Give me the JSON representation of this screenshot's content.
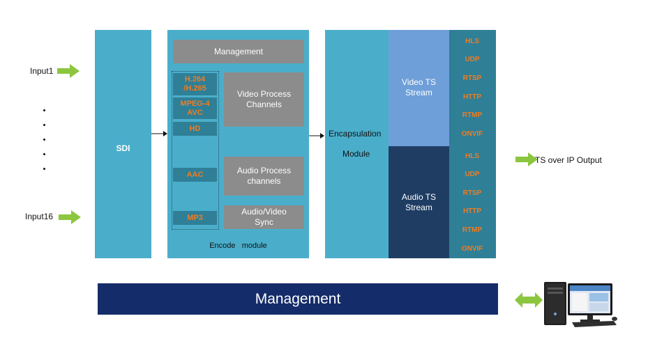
{
  "inputs": {
    "first": "Input1",
    "last": "Input16"
  },
  "sdi": {
    "label": "SDI"
  },
  "encode": {
    "management": "Management",
    "codecs": [
      "H.264\n/H.265",
      "MPEG-4\nAVC",
      "HD",
      "AAC",
      "MP3"
    ],
    "video_process": "Video Process\nChannels",
    "audio_process": "Audio Process\nchannels",
    "av_sync": "Audio/Video\nSync",
    "footer": "Encode   module"
  },
  "encapsulation": {
    "line1": "Encapsulation",
    "line2": "Module"
  },
  "streams": {
    "video": "Video TS\nStream",
    "audio": "Audio TS\nStream"
  },
  "protocols_video": [
    "HLS",
    "UDP",
    "RTSP",
    "HTTP",
    "RTMP",
    "ONVIF"
  ],
  "protocols_audio": [
    "HLS",
    "UDP",
    "RTSP",
    "HTTP",
    "RTMP",
    "ONVIF"
  ],
  "output": {
    "label": "TS over IP Output"
  },
  "management_bar": {
    "label": "Management"
  },
  "icons": [
    "green-arrow-icon",
    "double-arrow-icon",
    "computer-icon"
  ],
  "colors": {
    "column_blue": "#4aaecb",
    "video_stream": "#6e9fd9",
    "audio_stream": "#1f3d63",
    "protocol_column": "#2f7f97",
    "management_bar": "#142c69",
    "protocol_text": "#f07d21",
    "arrow_green": "#8cc63f"
  }
}
